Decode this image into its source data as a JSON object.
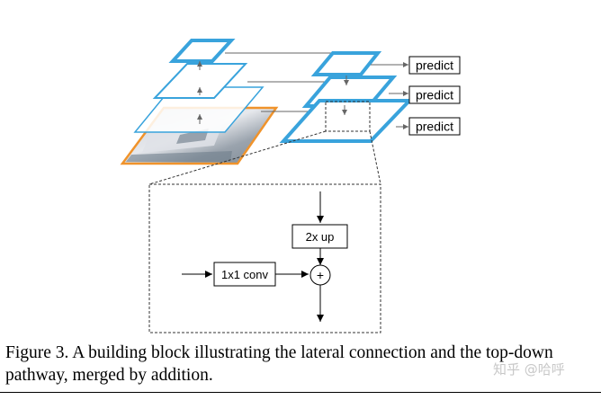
{
  "diagram": {
    "predict_labels": [
      "predict",
      "predict",
      "predict"
    ],
    "block": {
      "upsample_label": "2x up",
      "conv_label": "1x1 conv",
      "merge_symbol": "+"
    }
  },
  "caption": {
    "text": "Figure 3. A building block illustrating the lateral connection and the top-down pathway, merged by addition."
  },
  "watermark": "知乎 @哈呼",
  "colors": {
    "pyramid_blue": "#39a3dc",
    "image_border_orange": "#f0932b",
    "line_gray": "#666666"
  }
}
